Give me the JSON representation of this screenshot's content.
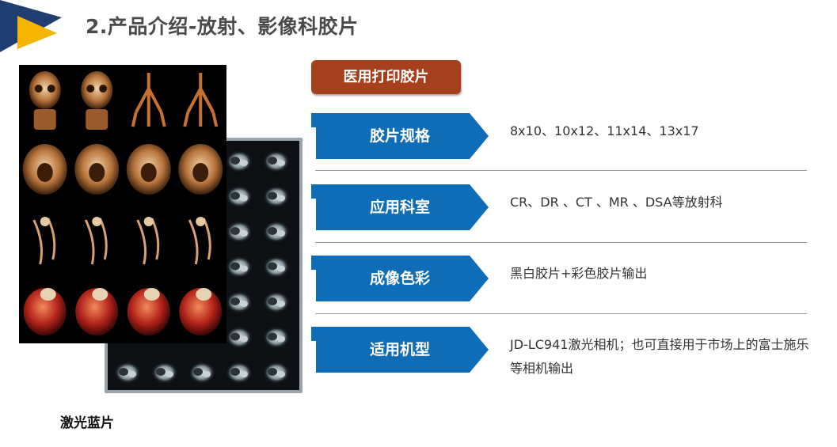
{
  "slide": {
    "title": "2.产品介绍-放射、影像科胶片",
    "badge": "医用打印胶片",
    "image_caption": "激光蓝片"
  },
  "rows": [
    {
      "label": "胶片规格",
      "value": "8x10、10x12、11x14、13x17"
    },
    {
      "label": "应用科室",
      "value": "CR、DR 、CT 、MR 、DSA等放射科"
    },
    {
      "label": "成像色彩",
      "value": "黑白胶片+彩色胶片输出"
    },
    {
      "label": "适用机型",
      "value": "JD-LC941激光相机；也可直接用于市场上的富士施乐等相机输出"
    }
  ],
  "colors": {
    "chevron_blue": "#0f6cb6",
    "badge_brown": "#a6401c",
    "logo_navy": "#1f3f73",
    "logo_yellow": "#f5b400"
  },
  "icons": [
    "corner-logo-icon",
    "chevron-arrow-icon"
  ]
}
